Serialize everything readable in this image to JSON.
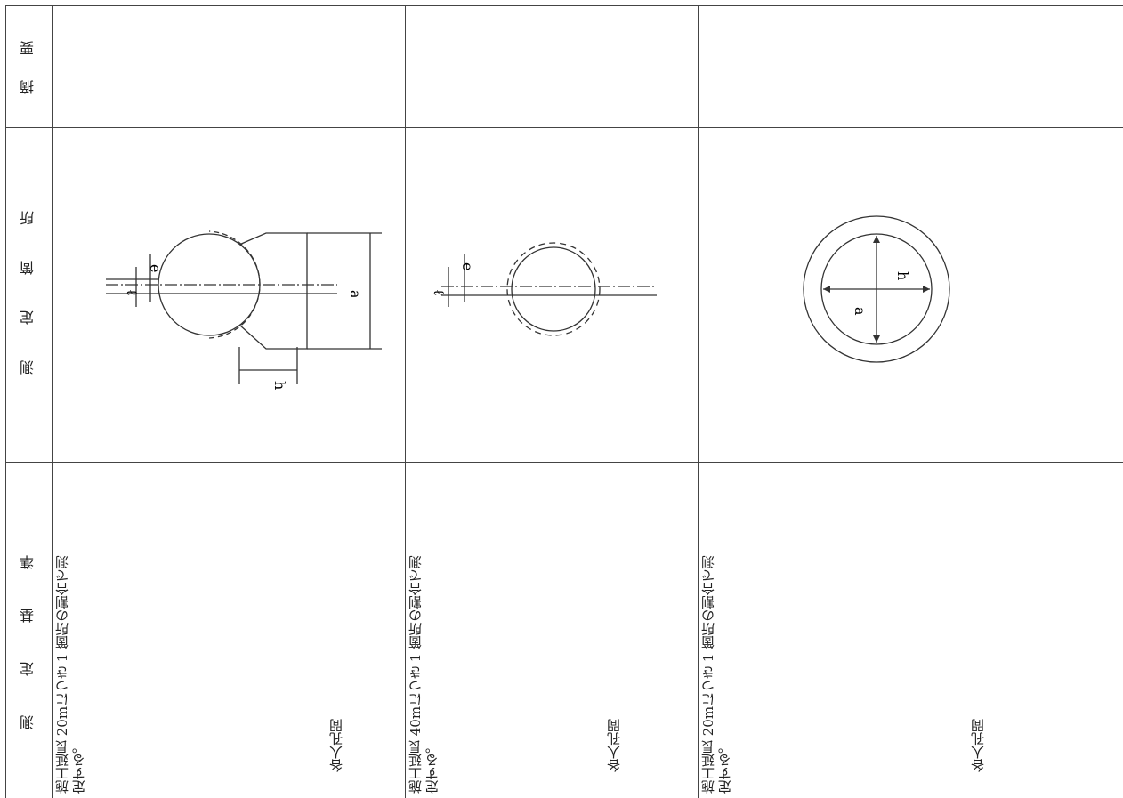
{
  "headers": {
    "remarks": "摘　要",
    "location": "測　定　箇　所",
    "standard": "測　定　基　準"
  },
  "rows": [
    {
      "standard_line1": "施工延長 20mにつき 1 箇所の割合で測",
      "standard_line2": "定する。",
      "manhole_note": "各人孔間",
      "diagram": {
        "labels": [
          "ℓ",
          "e",
          "a",
          "h"
        ]
      }
    },
    {
      "standard_line1": "施工延長 40mにつき 1 箇所の割合で測",
      "standard_line2": "定する。",
      "manhole_note": "各人孔間",
      "diagram": {
        "labels": [
          "ℓ",
          "e"
        ]
      }
    },
    {
      "standard_line1": "施工延長 20mにつき 1 箇所の割合で測",
      "standard_line2": "定する。",
      "manhole_note": "各人孔間",
      "diagram": {
        "labels": [
          "a",
          "h"
        ]
      }
    }
  ]
}
